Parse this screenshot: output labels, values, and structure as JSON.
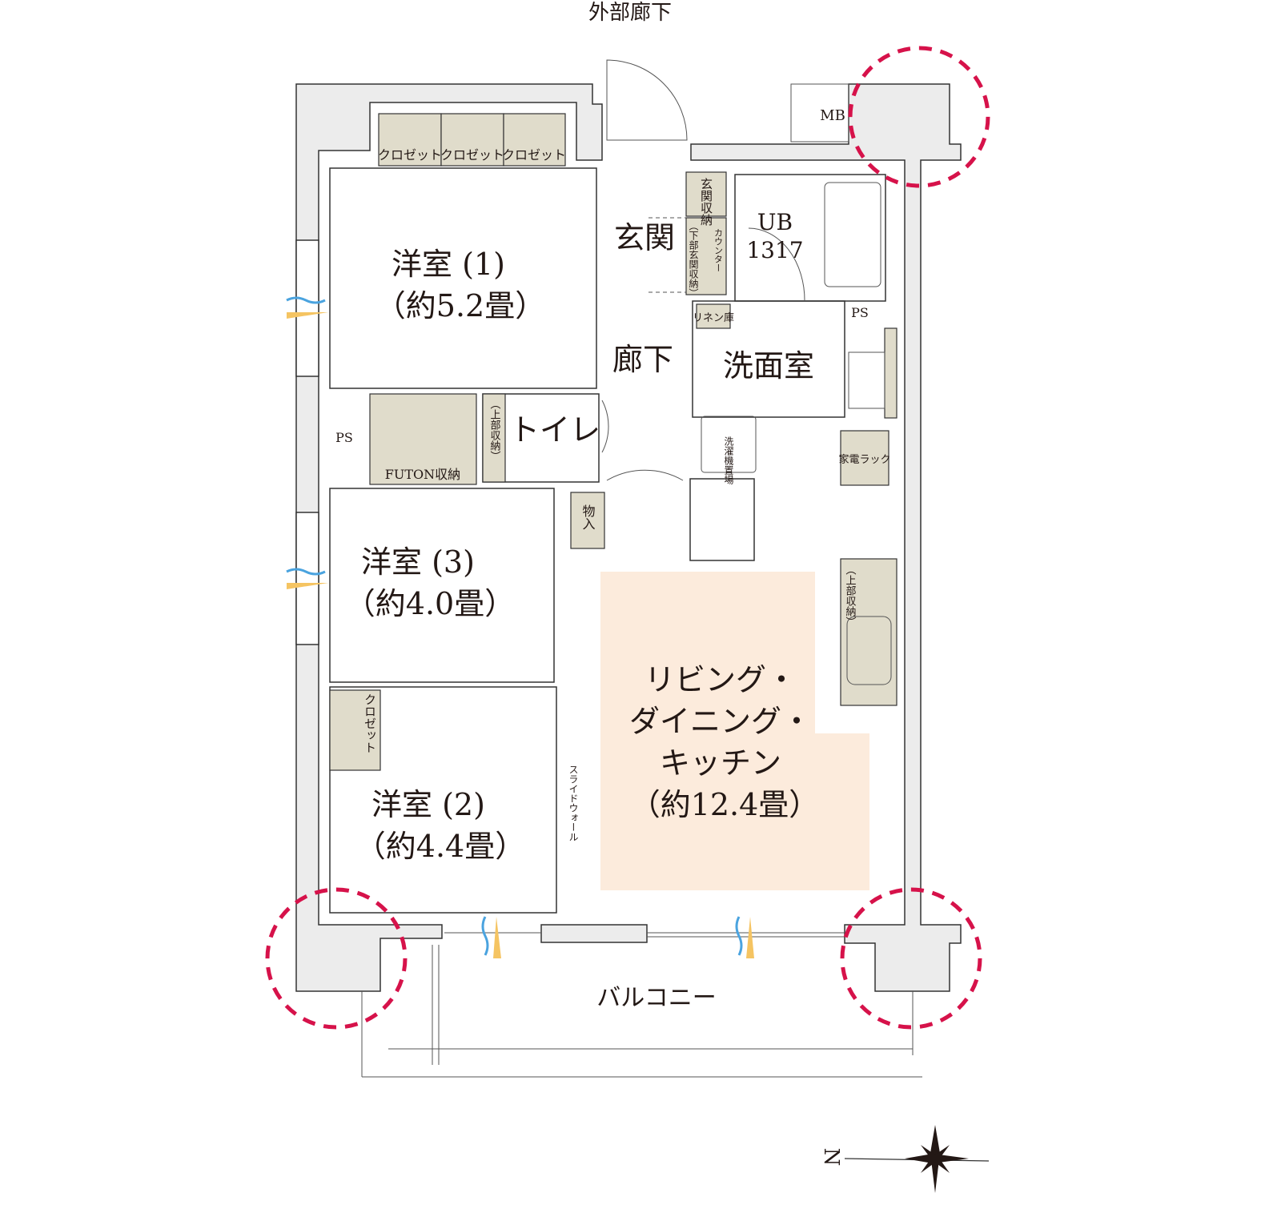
{
  "title": "外部廊下",
  "colors": {
    "wall": "#ececec",
    "storage": "#e0dccb",
    "ldk_highlight": "#fcebdc",
    "marker_circle": "#d6124a",
    "wind_blue": "#4aa3df",
    "light_yellow": "#f5c462"
  },
  "rooms": {
    "western1": {
      "name": "洋室 (1)",
      "size": "（約5.2畳）"
    },
    "western3": {
      "name": "洋室 (3)",
      "size": "（約4.0畳）"
    },
    "western2": {
      "name": "洋室 (2)",
      "size": "（約4.4畳）"
    },
    "ldk": {
      "line1": "リビング・",
      "line2": "ダイニング・",
      "line3": "キッチン",
      "size": "（約12.4畳）"
    },
    "entrance": "玄関",
    "hallway": "廊下",
    "washroom": "洗面室",
    "toilet": "トイレ",
    "balcony": "バルコニー"
  },
  "labels": {
    "closet": "クロゼット",
    "mb": "MB",
    "ub": "UB",
    "ub_size": "1317",
    "ps": "PS",
    "entrance_storage": "玄関収納",
    "lower_entrance_storage": "（下部玄関収納）",
    "counter": "カウンター",
    "linen": "リネン庫",
    "washer": "洗濯機置場",
    "appliance_rack": "家電ラック",
    "upper_storage": "（上部収納）",
    "futon": "FUTON収納",
    "storage": "物入",
    "slide_wall": "スライドウォール",
    "north": "N"
  }
}
